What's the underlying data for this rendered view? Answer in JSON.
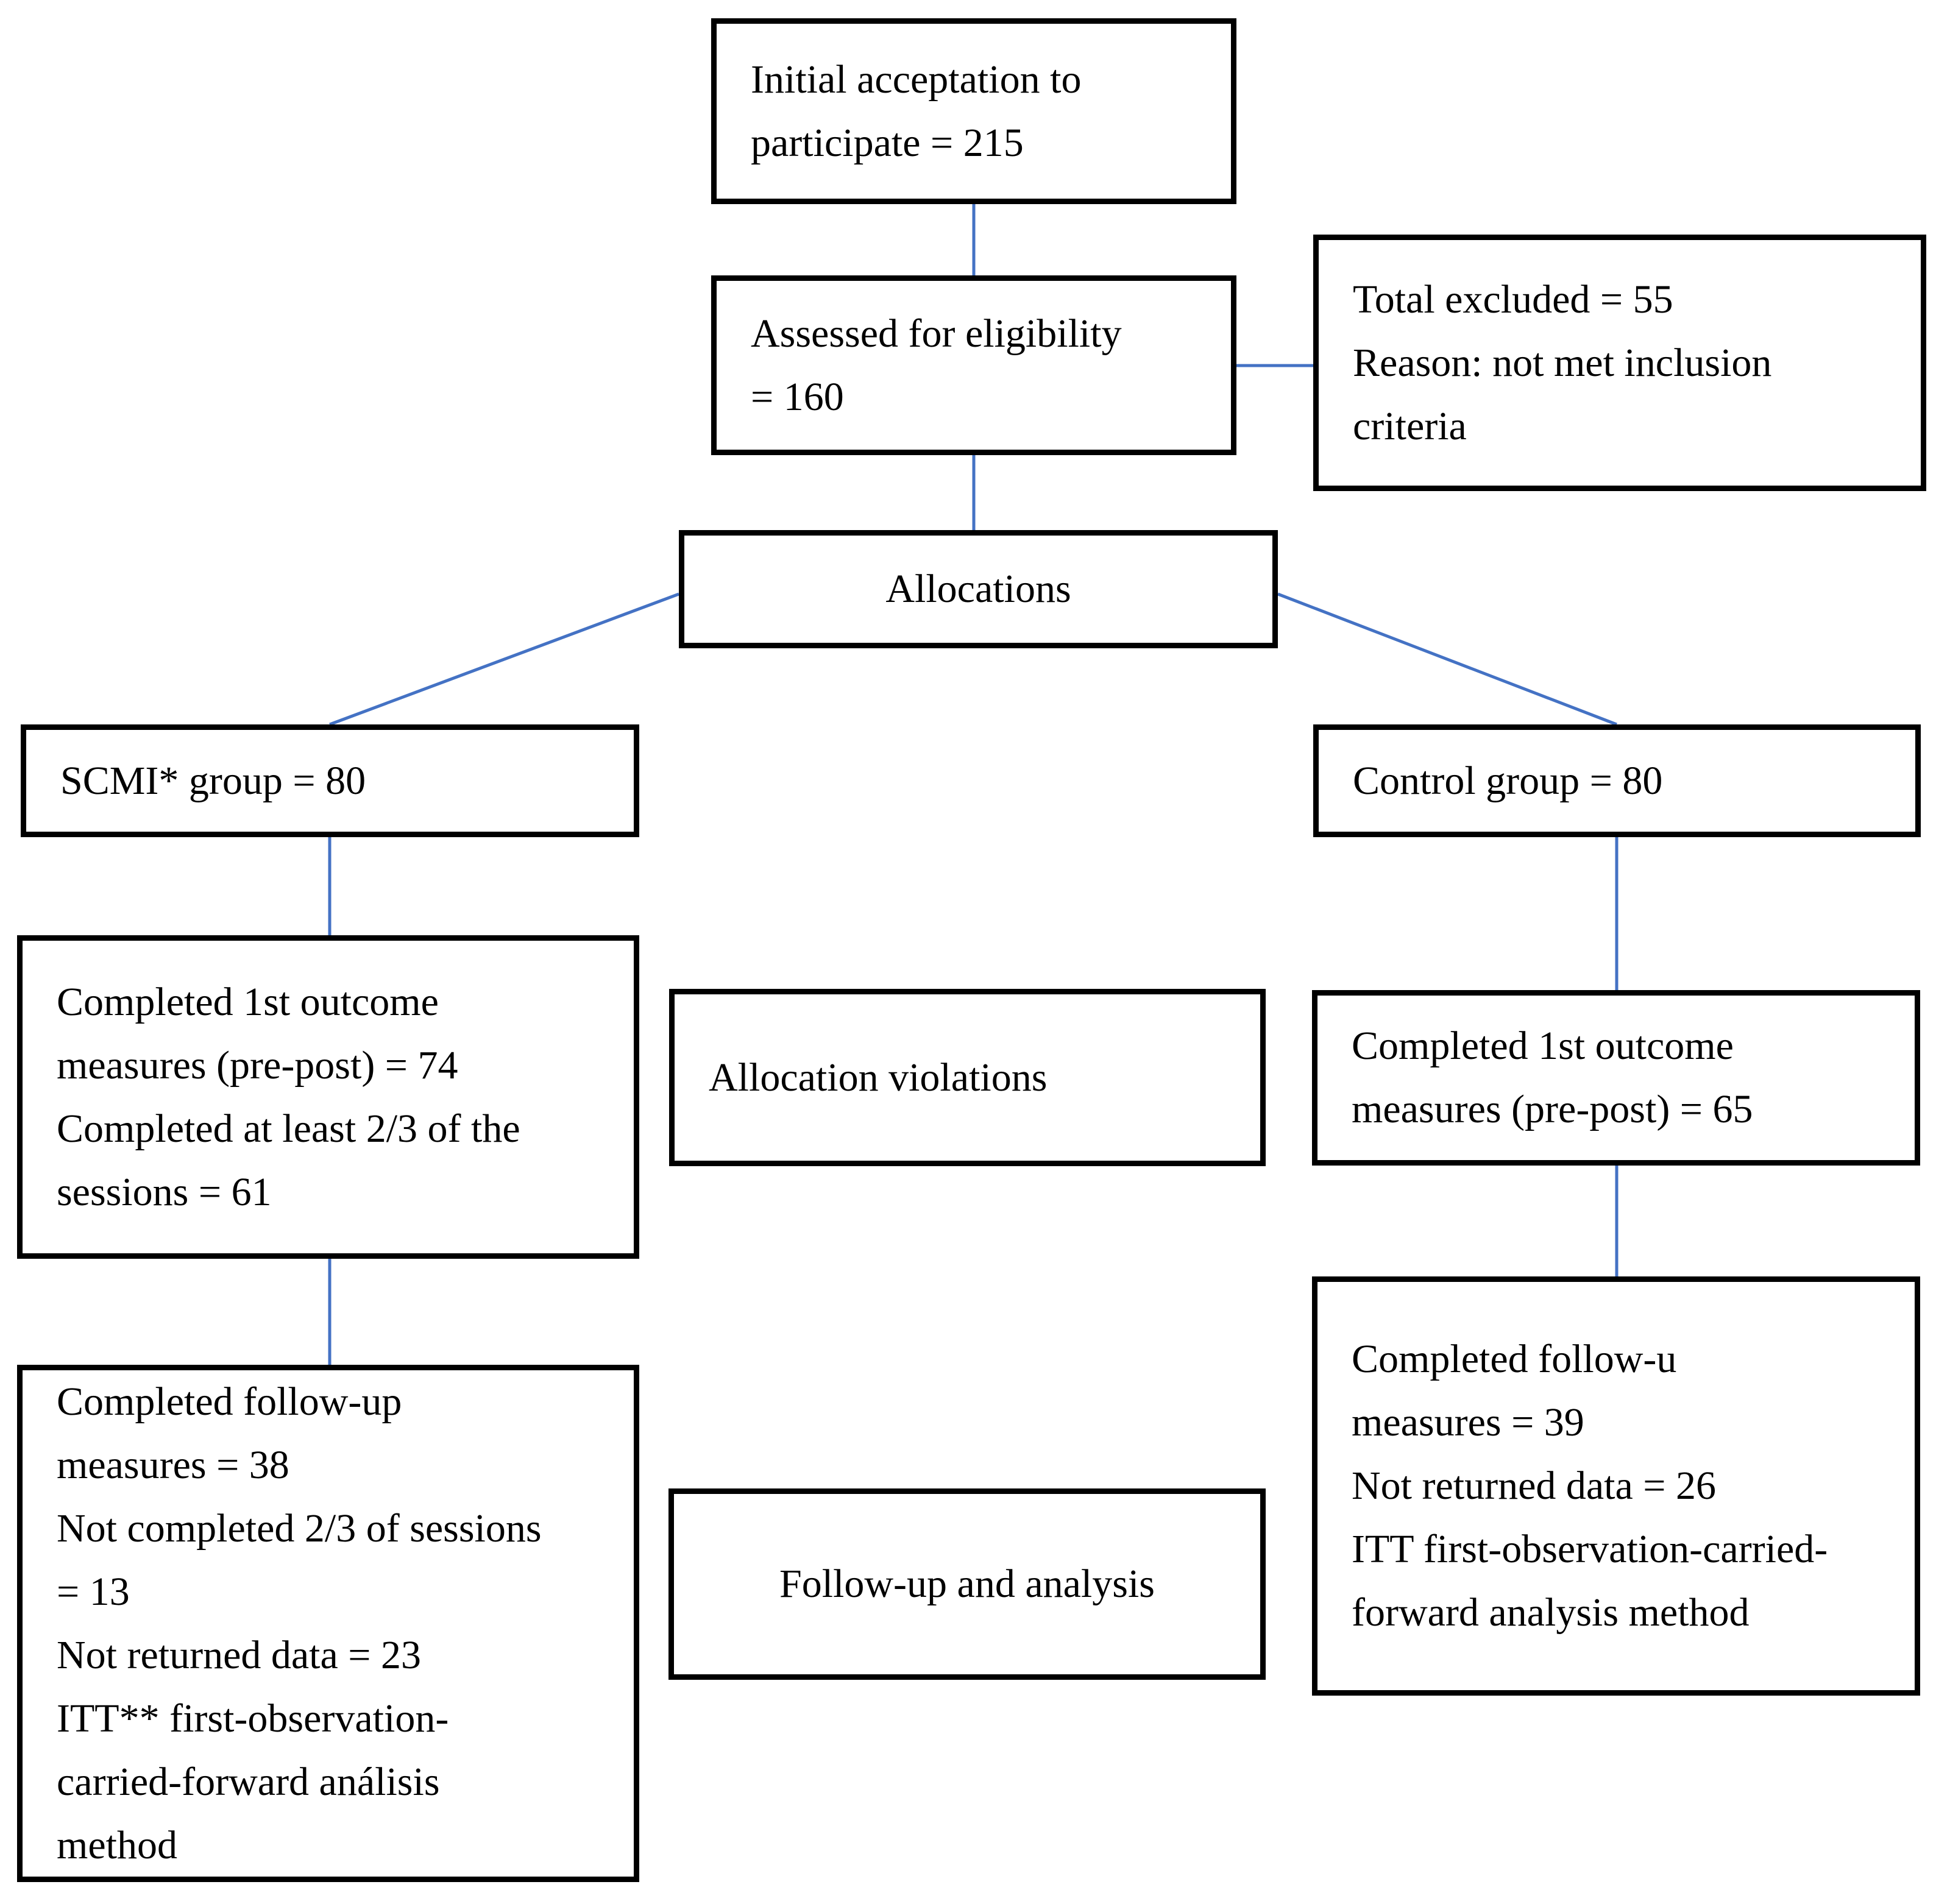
{
  "diagram": {
    "type": "study-flow-diagram",
    "connector_color": "#4472C4",
    "box_border_color": "#000000",
    "background_color": "#ffffff",
    "nodes": {
      "initial": {
        "text": "Initial acceptation to\nparticipate = 215"
      },
      "assessed": {
        "text": "Assessed for eligibility\n= 160"
      },
      "excluded": {
        "text": "Total excluded = 55\nReason: not met inclusion\ncriteria"
      },
      "allocations": {
        "text": "Allocations"
      },
      "scmi": {
        "text": "SCMI* group = 80"
      },
      "control": {
        "text": "Control group = 80"
      },
      "scmi_outcome": {
        "text": "Completed 1st outcome\nmeasures (pre-post) = 74\nCompleted at least 2/3 of the\nsessions = 61"
      },
      "violations": {
        "text": "Allocation violations"
      },
      "control_outcome": {
        "text": "Completed 1st outcome\nmeasures (pre-post) = 65"
      },
      "scmi_followup": {
        "text": "Completed follow-up\nmeasures = 38\nNot completed 2/3 of sessions\n= 13\nNot returned data = 23\nITT** first-observation-\ncarried-forward análisis\nmethod"
      },
      "followup_analysis": {
        "text": "Follow-up and analysis"
      },
      "control_followup": {
        "text": "Completed follow-u\nmeasures = 39\nNot returned data = 26\nITT first-observation-carried-\nforward analysis method"
      }
    },
    "edges": [
      {
        "from": "initial",
        "to": "assessed"
      },
      {
        "from": "assessed",
        "to": "excluded"
      },
      {
        "from": "assessed",
        "to": "allocations"
      },
      {
        "from": "allocations",
        "to": "scmi"
      },
      {
        "from": "allocations",
        "to": "control"
      },
      {
        "from": "scmi",
        "to": "scmi_outcome"
      },
      {
        "from": "scmi_outcome",
        "to": "scmi_followup"
      },
      {
        "from": "control",
        "to": "control_outcome"
      },
      {
        "from": "control_outcome",
        "to": "control_followup"
      }
    ]
  }
}
